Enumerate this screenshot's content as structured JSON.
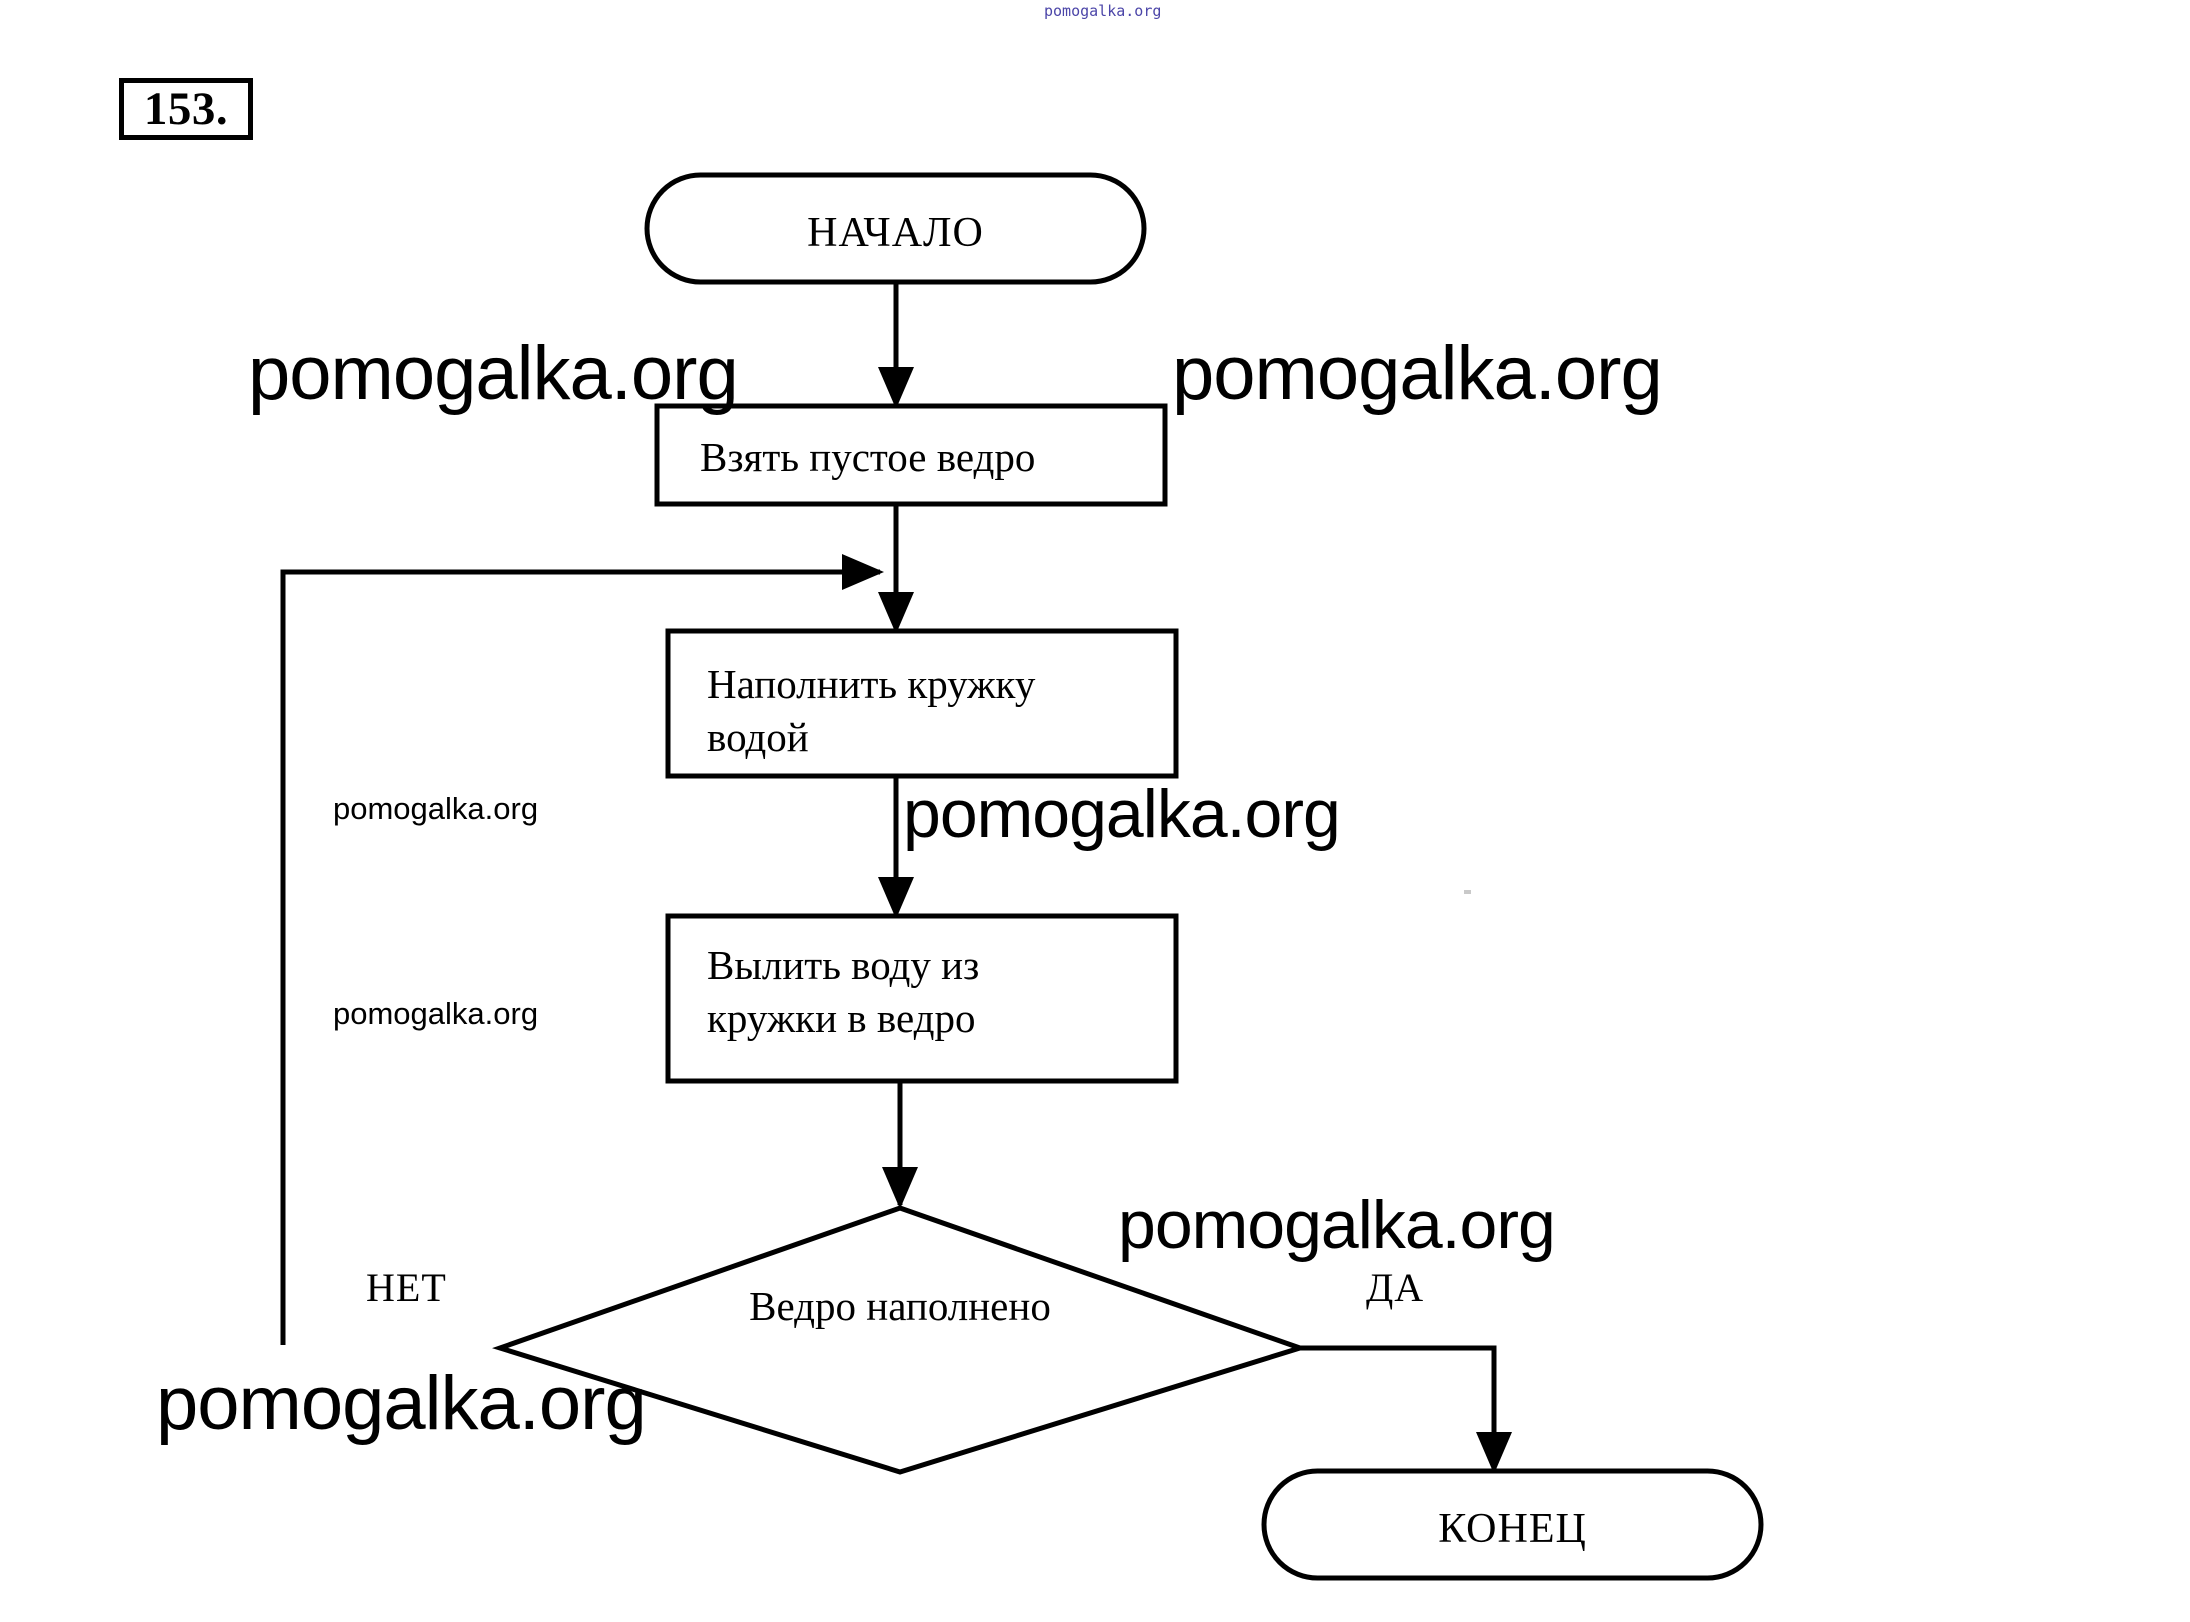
{
  "task": {
    "number_label": "153."
  },
  "chart_data": {
    "type": "diagram",
    "diagram_kind": "flowchart",
    "title": "153.",
    "language": "ru",
    "nodes": [
      {
        "id": "start",
        "shape": "terminator",
        "label": "НАЧАЛО"
      },
      {
        "id": "take",
        "shape": "process",
        "label": "Взять пустое ведро"
      },
      {
        "id": "fill",
        "shape": "process",
        "label": "Наполнить кружку\nводой"
      },
      {
        "id": "pour",
        "shape": "process",
        "label": "Вылить воду из\nкружки в ведро"
      },
      {
        "id": "check",
        "shape": "decision",
        "label": "Ведро наполнено"
      },
      {
        "id": "end",
        "shape": "terminator",
        "label": "КОНЕЦ"
      }
    ],
    "edges": [
      {
        "from": "start",
        "to": "take",
        "label": ""
      },
      {
        "from": "take",
        "to": "fill",
        "label": ""
      },
      {
        "from": "fill",
        "to": "pour",
        "label": ""
      },
      {
        "from": "pour",
        "to": "check",
        "label": ""
      },
      {
        "from": "check",
        "to": "fill",
        "label": "НЕТ"
      },
      {
        "from": "check",
        "to": "end",
        "label": "ДА"
      }
    ]
  },
  "flowchart": {
    "start_label": "НАЧАЛО",
    "take_bucket_label": "Взять пустое ведро",
    "fill_mug_label": "Наполнить кружку\nводой",
    "pour_water_label": "Вылить воду из\nкружки в ведро",
    "decision_label": "Ведро наполнено",
    "no_label": "НЕТ",
    "yes_label": "ДА",
    "end_label": "КОНЕЦ"
  },
  "watermarks": {
    "top_tiny": "pomogalka.org",
    "left_upper": "pomogalka.org",
    "right_upper": "pomogalka.org",
    "mid_small_1": "pomogalka.org",
    "mid_center": "pomogalka.org",
    "mid_small_2": "pomogalka.org",
    "right_lower": "pomogalka.org",
    "bottom_left": "pomogalka.org"
  },
  "colors": {
    "stroke": "#000000",
    "background": "#ffffff",
    "watermark_dark": "#000000",
    "watermark_blue": "#4b45a8"
  }
}
